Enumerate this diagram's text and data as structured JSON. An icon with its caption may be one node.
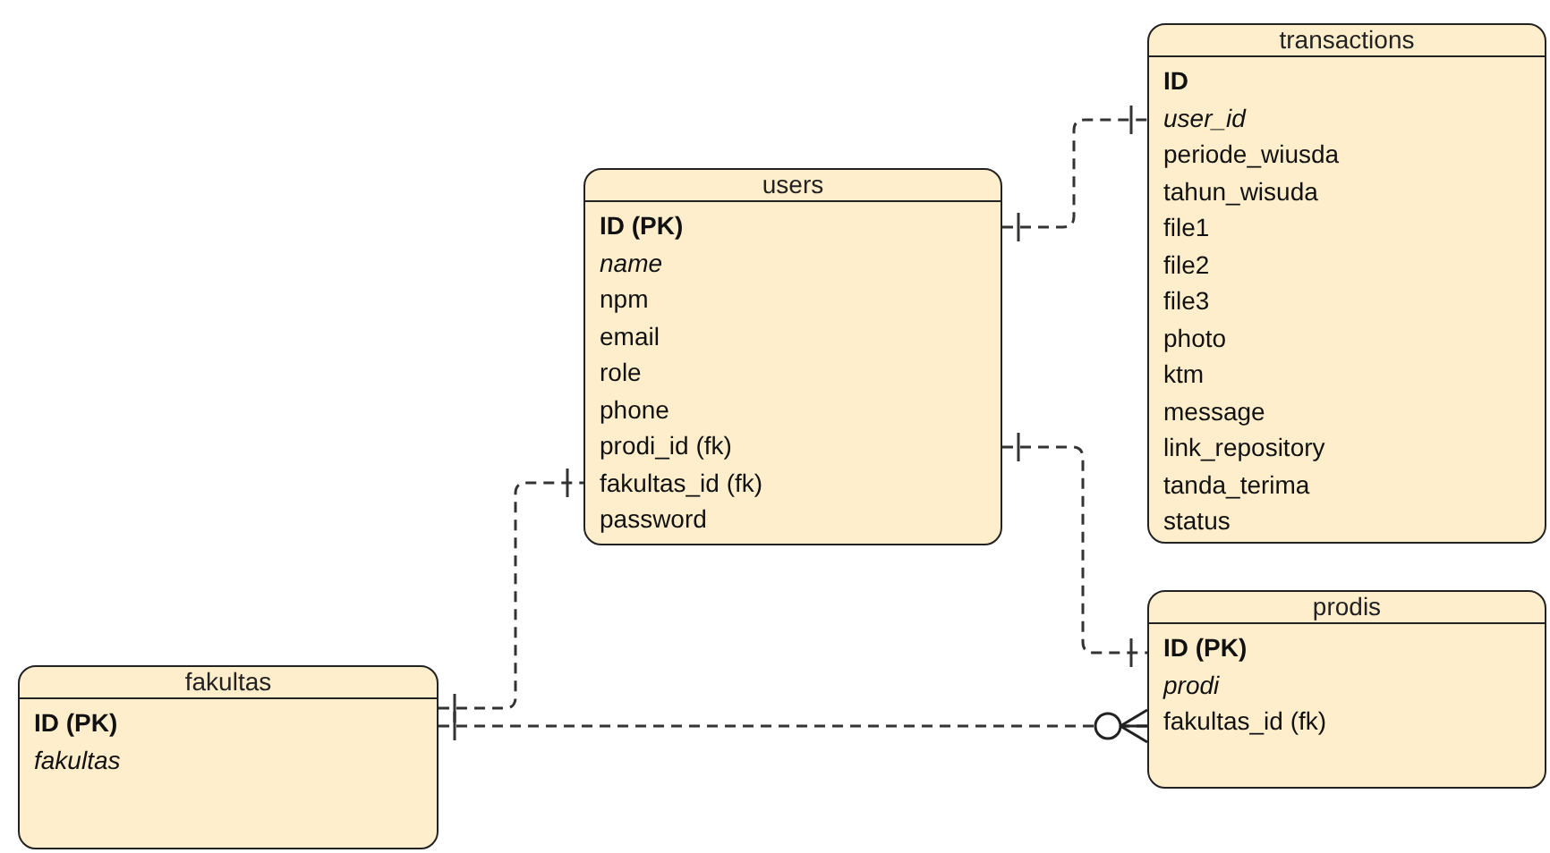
{
  "diagram": {
    "nodes": [
      {
        "text": [
          "transactions",
          "ID",
          "user_id",
          "periode_wiusda",
          "tahun_wisuda",
          "file1",
          "file2",
          "file3",
          "photo",
          "ktm",
          "message",
          "link_repository",
          "tanda_terima",
          "status"
        ]
      },
      {
        "text": [
          "users",
          "ID (PK)",
          "name",
          "npm",
          "email",
          "role",
          "phone",
          "prodi_id (fk)",
          "fakultas_id (fk)",
          "password"
        ]
      },
      {
        "text": [
          "prodis",
          "ID (PK)",
          "prodi",
          "fakultas_id (fk)"
        ]
      },
      {
        "text": [
          "fakultas",
          "ID (PK)",
          "fakultas"
        ]
      }
    ],
    "edges": [
      {
        "from": 1,
        "to": 0,
        "arrow": "other",
        "style": "dashed"
      },
      {
        "from": 1,
        "to": 2,
        "arrow": "other",
        "style": "dashed"
      },
      {
        "from": 3,
        "to": 1,
        "arrow": "other",
        "style": "dashed"
      },
      {
        "from": 3,
        "to": 2,
        "arrow": "other",
        "style": "dashed"
      }
    ]
  }
}
